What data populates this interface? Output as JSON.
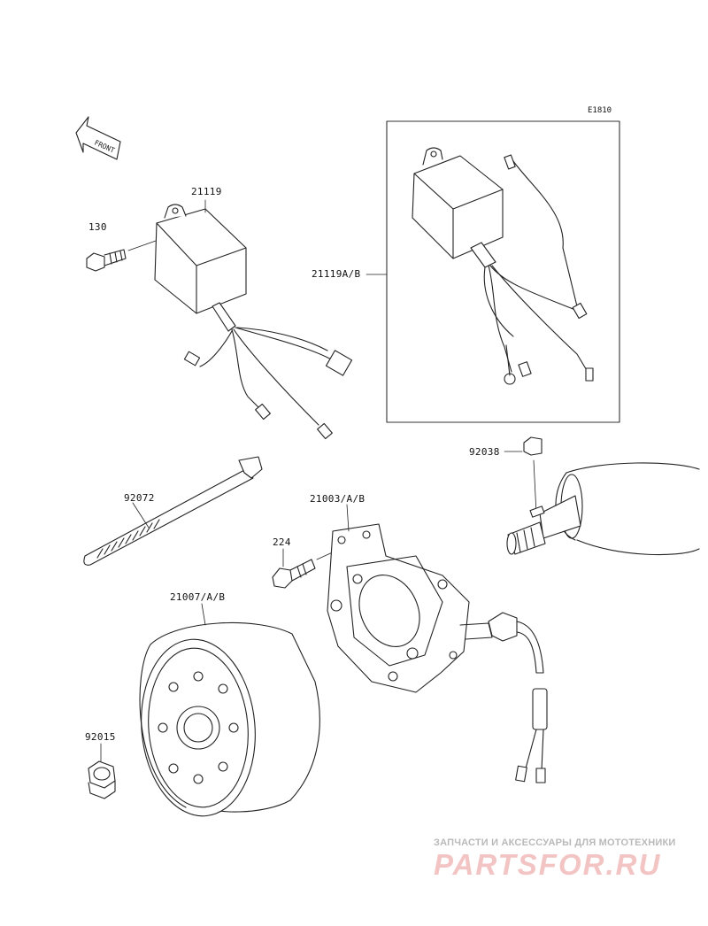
{
  "diagram": {
    "code": "E1810",
    "front_label": "FRONT",
    "parts": [
      {
        "number": "21119"
      },
      {
        "number": "130"
      },
      {
        "number": "21119A/B"
      },
      {
        "number": "92038"
      },
      {
        "number": "92072"
      },
      {
        "number": "21003/A/B"
      },
      {
        "number": "224"
      },
      {
        "number": "21007/A/B"
      },
      {
        "number": "92015"
      }
    ]
  },
  "watermark": {
    "tagline": "ЗАПЧАСТИ И АКСЕССУАРЫ ДЛЯ МОТОТЕХНИКИ",
    "logo": "PARTSFOR.RU"
  }
}
